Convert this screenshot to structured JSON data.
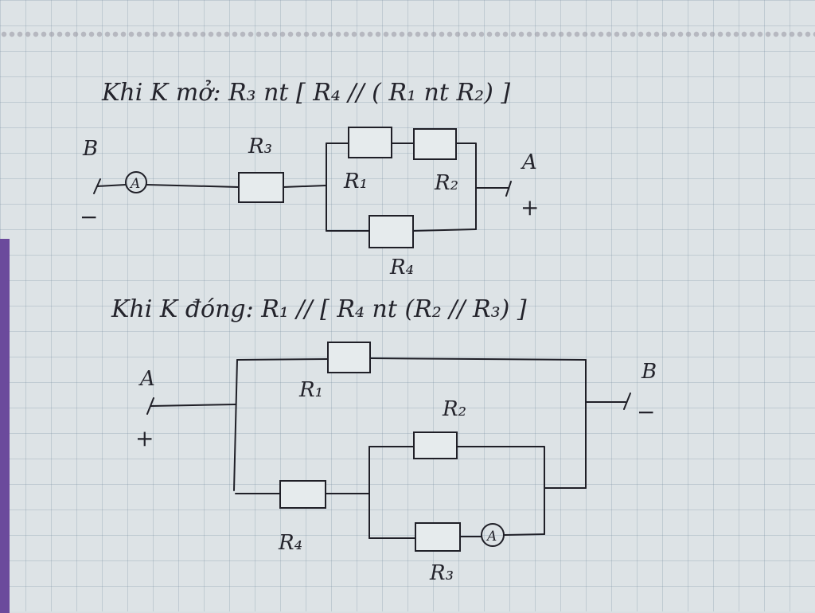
{
  "notes": {
    "case_open": {
      "heading": "Khi K mở: R₃ nt [ R₄ // ( R₁ nt R₂) ]",
      "node_left": "B",
      "node_right": "A",
      "sign_left": "−",
      "sign_right": "+",
      "ammeter": "A",
      "resistors": {
        "r1": "R₁",
        "r2": "R₂",
        "r3": "R₃",
        "r4": "R₄"
      }
    },
    "case_closed": {
      "heading": "Khi K đóng: R₁ // [ R₄ nt (R₂ // R₃) ]",
      "node_left": "A",
      "node_right": "B",
      "sign_left": "+",
      "sign_right": "−",
      "ammeter": "A",
      "resistors": {
        "r1": "R₁",
        "r2": "R₂",
        "r3": "R₃",
        "r4": "R₄"
      }
    }
  },
  "colors": {
    "ink": "#1f1f27",
    "paper": "#dde3e6",
    "grid": "#7b8ca0",
    "cover": "#6b4a9c"
  }
}
